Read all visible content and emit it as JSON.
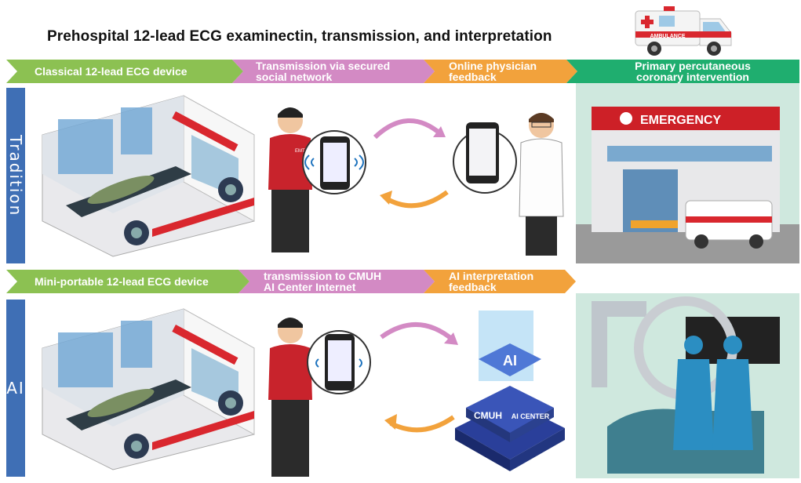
{
  "title": "Prehospital 12-lead ECG examinectin, transmission, and interpretation",
  "top_row": {
    "step1": "Classical 12-lead ECG device",
    "step2_line1": "Transmission via secured",
    "step2_line2": "social network",
    "step3_line1": "Online physician",
    "step3_line2": "feedback",
    "step4_line1": "Primary percutaneous",
    "step4_line2": "coronary intervention"
  },
  "bottom_row": {
    "step1": "Mini-portable 12-lead ECG device",
    "step2_line1": "transmission to CMUH",
    "step2_line2": "AI Center Internet",
    "step3_line1": "AI interpretation",
    "step3_line2": "feedback"
  },
  "side_labels": {
    "top": "Tradition",
    "bottom": "AI"
  },
  "ambulance_label": "AMBULANCE",
  "emergency_sign": "EMERGENCY",
  "emt_badge": "EMT",
  "ai_center": {
    "ai": "AI",
    "cmuh": "CMUH",
    "center": "AI CENTER"
  },
  "colors": {
    "green": "#8cc152",
    "pink": "#d38ac4",
    "orange": "#f2a23c",
    "teal": "#1fae6f",
    "blue": "#3f6fb5"
  }
}
